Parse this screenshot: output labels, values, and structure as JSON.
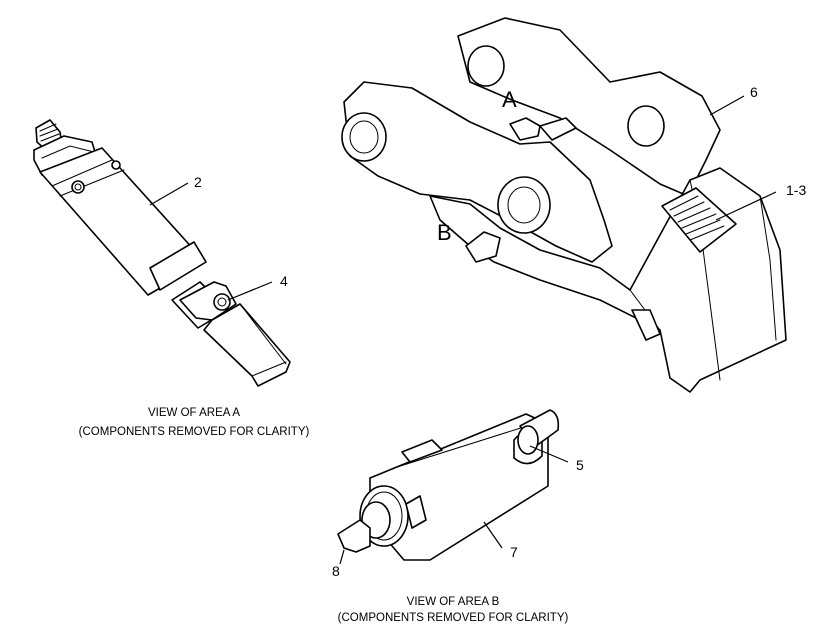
{
  "callouts": {
    "c1": "1-3",
    "c2": "2",
    "c4": "4",
    "c5": "5",
    "c6": "6",
    "c7": "7",
    "c8": "8",
    "area_a": "A",
    "area_b": "B"
  },
  "captions": {
    "view_a_line1": "VIEW OF AREA  A",
    "view_a_line2": "(COMPONENTS REMOVED FOR CLARITY)",
    "view_b_line1": "VIEW OF AREA  B",
    "view_b_line2": "(COMPONENTS REMOVED FOR CLARITY)"
  }
}
